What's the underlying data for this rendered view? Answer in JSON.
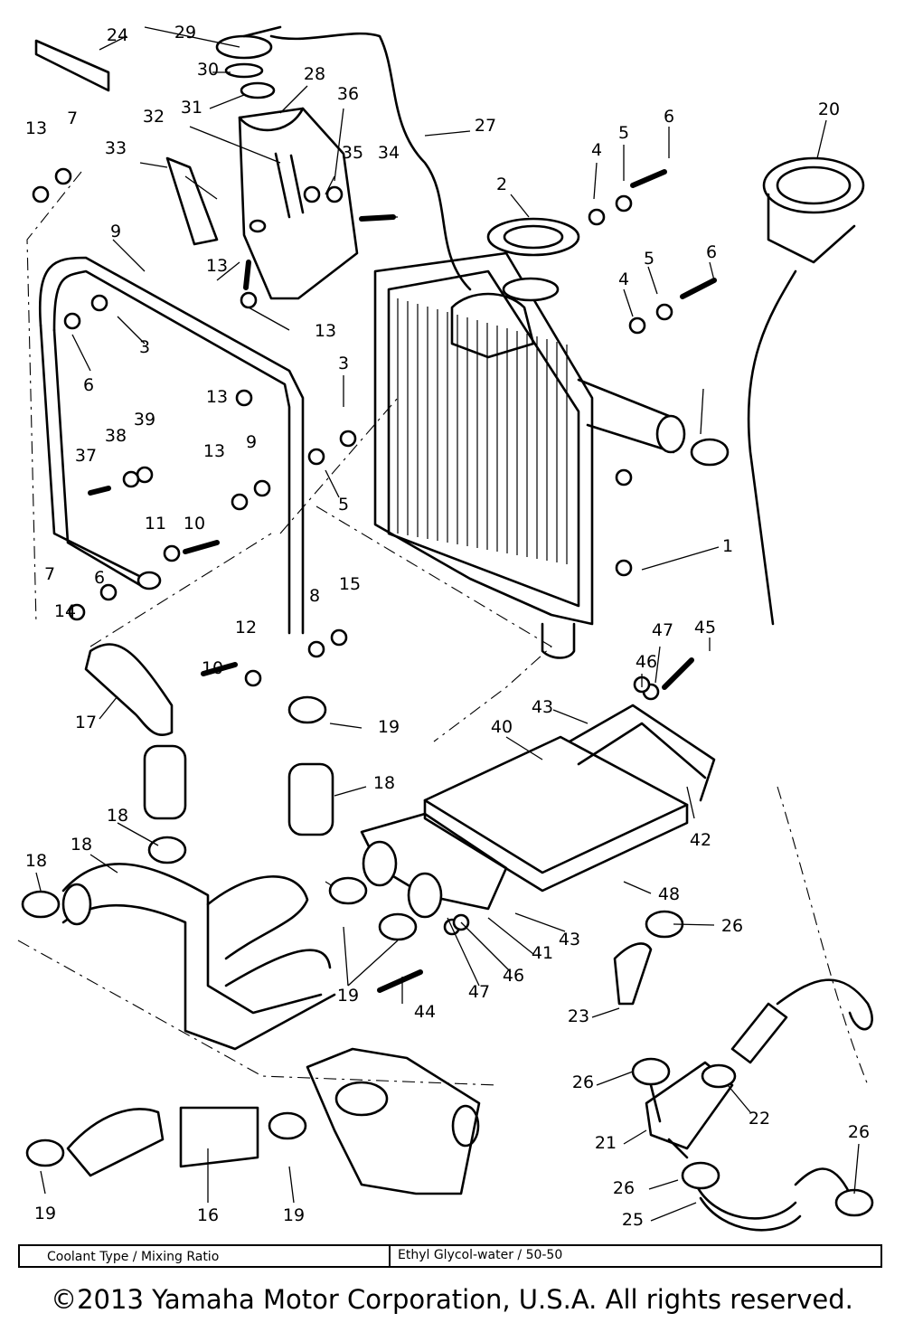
{
  "callouts": [
    "1",
    "2",
    "3",
    "3",
    "4",
    "4",
    "5",
    "5",
    "5",
    "6",
    "6",
    "6",
    "6",
    "7",
    "7",
    "8",
    "9",
    "9",
    "10",
    "10",
    "11",
    "12",
    "13",
    "13",
    "13",
    "13",
    "13",
    "14",
    "15",
    "16",
    "17",
    "18",
    "18",
    "18",
    "18",
    "19",
    "19",
    "19",
    "19",
    "20",
    "21",
    "22",
    "23",
    "24",
    "25",
    "26",
    "26",
    "26",
    "26",
    "27",
    "28",
    "29",
    "30",
    "31",
    "32",
    "33",
    "34",
    "35",
    "36",
    "37",
    "38",
    "39",
    "40",
    "41",
    "42",
    "43",
    "43",
    "44",
    "45",
    "46",
    "46",
    "47",
    "47",
    "48"
  ],
  "spec_table": {
    "label": "Coolant Type / Mixing Ratio",
    "value": "Ethyl Glycol-water / 50-50"
  },
  "copyright": "©2013 Yamaha Motor Corporation, U.S.A. All rights reserved."
}
